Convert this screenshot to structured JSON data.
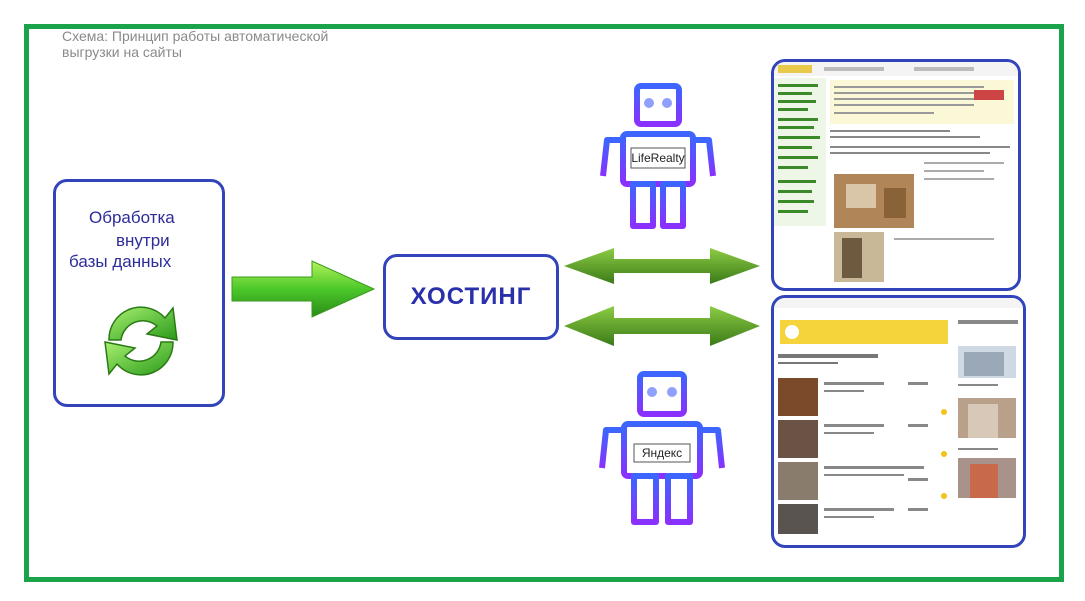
{
  "caption": "Схема: Принцип работы автоматической выгрузки на сайты",
  "processing": {
    "line1": "Обработка",
    "line2": "внутри",
    "line3": "базы данных"
  },
  "hosting": {
    "label": "ХОСТИНГ"
  },
  "robots": [
    {
      "label": "LifeRealty"
    },
    {
      "label": "Яндекс"
    }
  ],
  "colors": {
    "frame": "#1aa34a",
    "box_border": "#3344bb",
    "text_blue": "#2c2c9a",
    "arrow_green": "#5aa02c",
    "robot_purple": "#7a3cff",
    "robot_blue": "#3c66ff"
  },
  "icons": {
    "refresh": "refresh-icon",
    "arrow": "arrow-right-icon",
    "double_arrow": "double-arrow-icon",
    "robot": "robot-icon"
  }
}
